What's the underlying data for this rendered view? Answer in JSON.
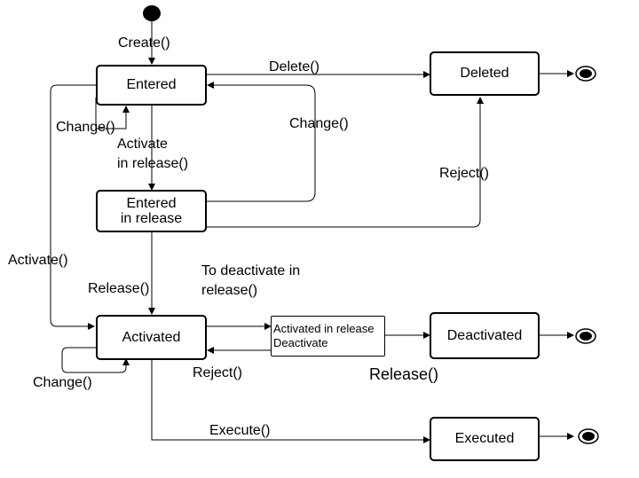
{
  "states": {
    "entered": "Entered",
    "deleted": "Deleted",
    "entered_in_release": "Entered\nin release",
    "activated": "Activated",
    "activated_in_release": "Activated in release\nDeactivate",
    "deactivated": "Deactivated",
    "executed": "Executed"
  },
  "transitions": {
    "create": "Create()",
    "delete": "Delete()",
    "change_entered": "Change()",
    "change_release": "Change()",
    "activate_in_release": "Activate\nin release()",
    "reject_deleted": "Reject()",
    "activate": "Activate()",
    "release": "Release()",
    "to_deactivate": "To deactivate in\nrelease()",
    "change_activated": "Change()",
    "reject_activated": "Reject()",
    "release_deactivated": "Release()",
    "execute": "Execute()"
  }
}
